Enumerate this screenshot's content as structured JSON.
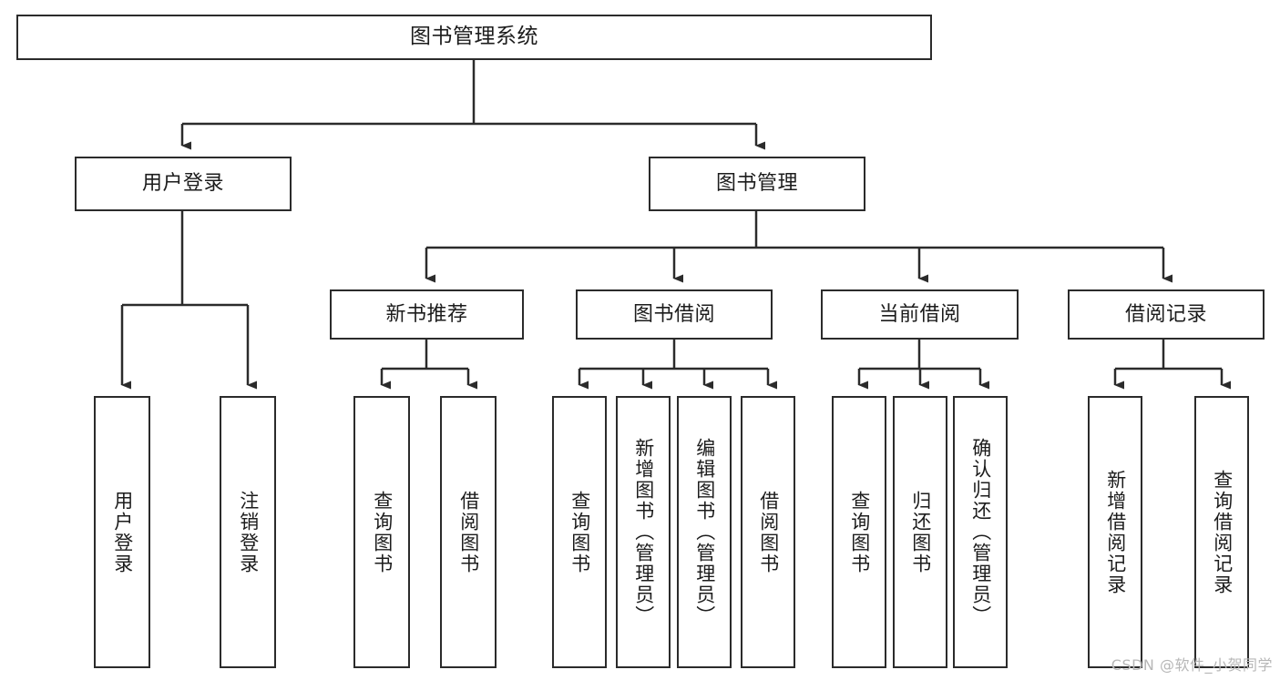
{
  "diagram": {
    "title": "图书管理系统",
    "type": "hierarchy-tree",
    "watermark": "CSDN @软件_小贺同学",
    "colors": {
      "stroke": "#2b2b2b",
      "fill": "#ffffff",
      "text": "#1c1c1c",
      "watermark": "#b7b7b7"
    },
    "levels": {
      "root": {
        "label": "图书管理系统"
      },
      "level2": [
        {
          "label": "用户登录"
        },
        {
          "label": "图书管理"
        }
      ],
      "level3": [
        {
          "label": "新书推荐"
        },
        {
          "label": "图书借阅"
        },
        {
          "label": "当前借阅"
        },
        {
          "label": "借阅记录"
        }
      ],
      "leaves": {
        "user_login": [
          {
            "label": "用户登录"
          },
          {
            "label": "注销登录"
          }
        ],
        "new_book_recommend": [
          {
            "label": "查询图书"
          },
          {
            "label": "借阅图书"
          }
        ],
        "book_borrow": [
          {
            "label": "查询图书"
          },
          {
            "label": "新增图书（管理员）"
          },
          {
            "label": "编辑图书（管理员）"
          },
          {
            "label": "借阅图书"
          }
        ],
        "current_borrow": [
          {
            "label": "查询图书"
          },
          {
            "label": "归还图书"
          },
          {
            "label": "确认归还（管理员）"
          }
        ],
        "borrow_record": [
          {
            "label": "新增借阅记录"
          },
          {
            "label": "查询借阅记录"
          }
        ]
      }
    }
  }
}
